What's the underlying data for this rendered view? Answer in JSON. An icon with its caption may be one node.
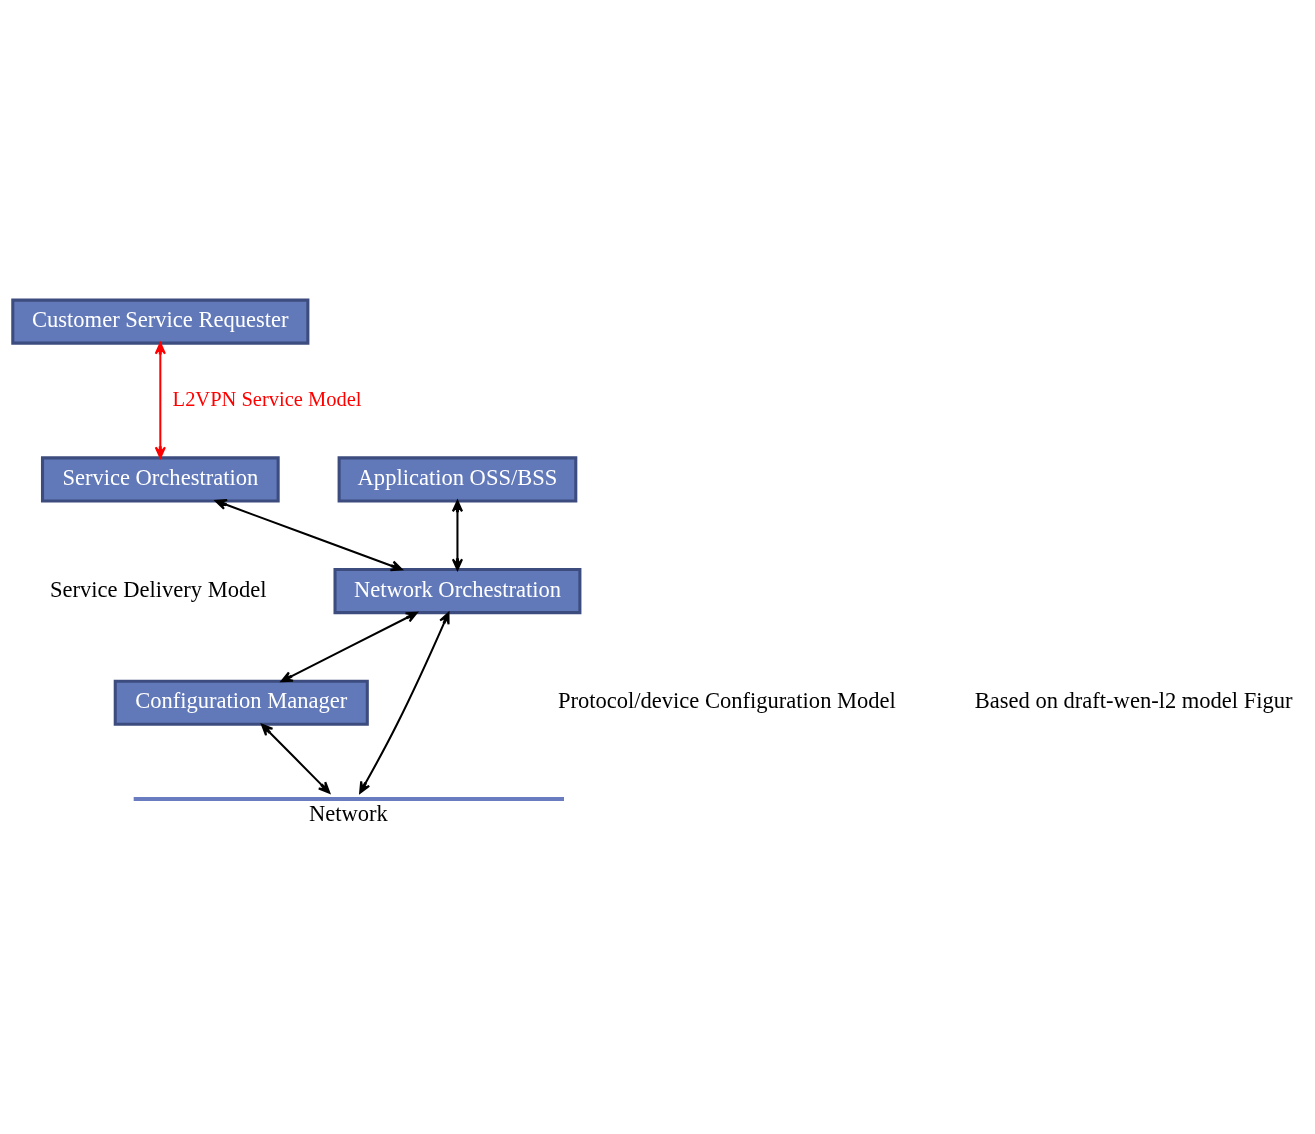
{
  "diagram": {
    "nodes": [
      {
        "text": [
          "Customer Service Requester"
        ]
      },
      {
        "text": [
          "Service Orchestration"
        ]
      },
      {
        "text": [
          "Application OSS/BSS"
        ]
      },
      {
        "text": [
          "Network Orchestration"
        ]
      },
      {
        "text": [
          "Configuration Manager"
        ]
      },
      {
        "text": [
          "Network"
        ]
      }
    ],
    "edges": [
      {
        "from": 0,
        "to": 1,
        "arrow": "both",
        "label": "L2VPN Service Model",
        "color": "#ff0000"
      },
      {
        "from": 1,
        "to": 3,
        "arrow": "both"
      },
      {
        "from": 3,
        "to": 2,
        "arrow": "both"
      },
      {
        "from": 3,
        "to": 4,
        "arrow": "both"
      },
      {
        "from": 4,
        "to": 5,
        "arrow": "both"
      },
      {
        "from": 3,
        "to": 5,
        "arrow": "both"
      }
    ],
    "labels": [
      "Service Delivery Model",
      "Protocol/device Configuration Model",
      "Based on draft-wen-l2 model Figur"
    ]
  }
}
